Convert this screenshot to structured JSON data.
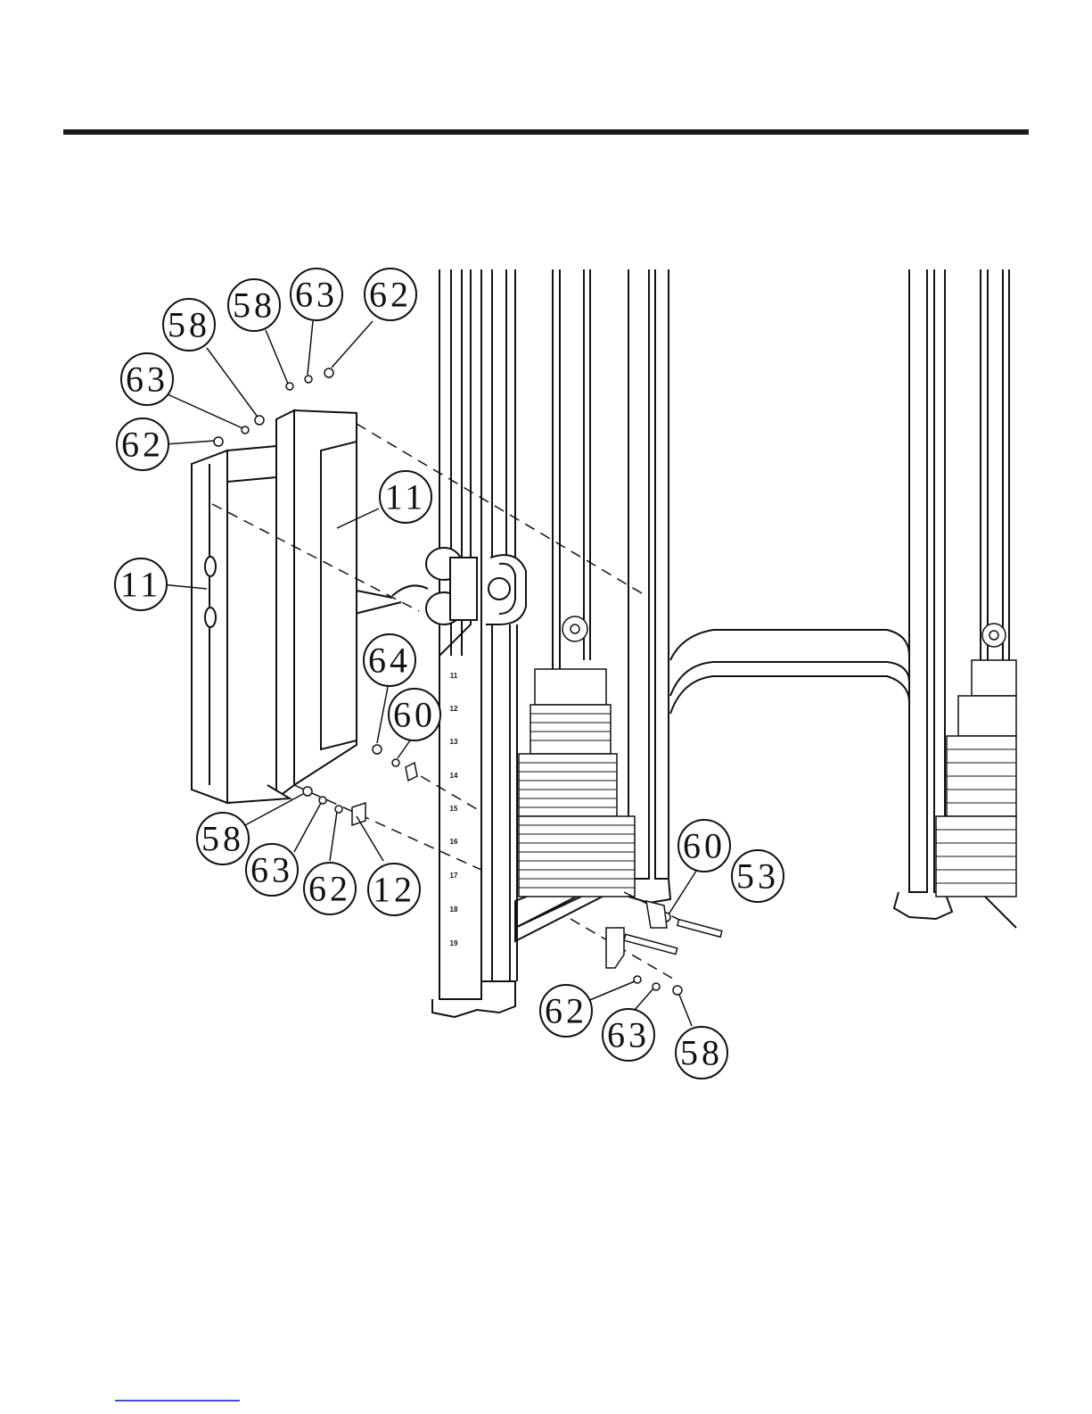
{
  "callouts": [
    {
      "id": "c1",
      "label": "58"
    },
    {
      "id": "c2",
      "label": "63"
    },
    {
      "id": "c3",
      "label": "62"
    },
    {
      "id": "c4",
      "label": "58"
    },
    {
      "id": "c5",
      "label": "63"
    },
    {
      "id": "c6",
      "label": "62"
    },
    {
      "id": "c7",
      "label": "11"
    },
    {
      "id": "c8",
      "label": "11"
    },
    {
      "id": "c9",
      "label": "64"
    },
    {
      "id": "c10",
      "label": "60"
    },
    {
      "id": "c11",
      "label": "58"
    },
    {
      "id": "c12",
      "label": "63"
    },
    {
      "id": "c13",
      "label": "62"
    },
    {
      "id": "c14",
      "label": "12"
    },
    {
      "id": "c15",
      "label": "60"
    },
    {
      "id": "c16",
      "label": "53"
    },
    {
      "id": "c17",
      "label": "62"
    },
    {
      "id": "c18",
      "label": "63"
    },
    {
      "id": "c19",
      "label": "58"
    }
  ],
  "scale_numbers": [
    "11",
    "12",
    "13",
    "14",
    "15",
    "16",
    "17",
    "18",
    "19"
  ]
}
